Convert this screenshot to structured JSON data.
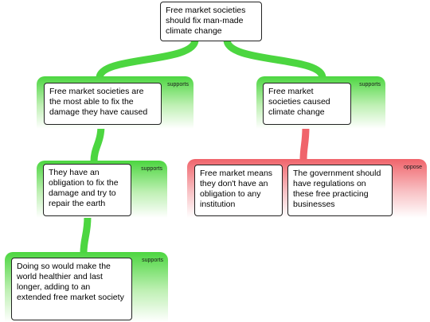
{
  "root": {
    "text": "Free market societies should fix man-made climate change"
  },
  "groups": {
    "left_top": {
      "label": "supports"
    },
    "right_top": {
      "label": "supports"
    },
    "left_mid": {
      "label": "supports"
    },
    "left_bottom": {
      "label": "supports"
    },
    "right_mid": {
      "label": "oppose"
    }
  },
  "nodes": {
    "left_top": {
      "text": "Free market societies are the most able to fix the damage they have caused"
    },
    "right_top": {
      "text": "Free market societies caused climate change"
    },
    "left_mid": {
      "text": "They have an obligation to fix the damage and try to repair the earth"
    },
    "left_bottom": {
      "text": "Doing so would make the world healthier and last longer, adding to an extended free market society"
    },
    "oppose_1": {
      "text": "Free market means they don't have an obligation to any institution"
    },
    "oppose_2": {
      "text": "The government should have regulations on these free practicing businesses"
    }
  },
  "colors": {
    "support": "#4cd640",
    "oppose": "#f0646b",
    "border": "#222222"
  }
}
